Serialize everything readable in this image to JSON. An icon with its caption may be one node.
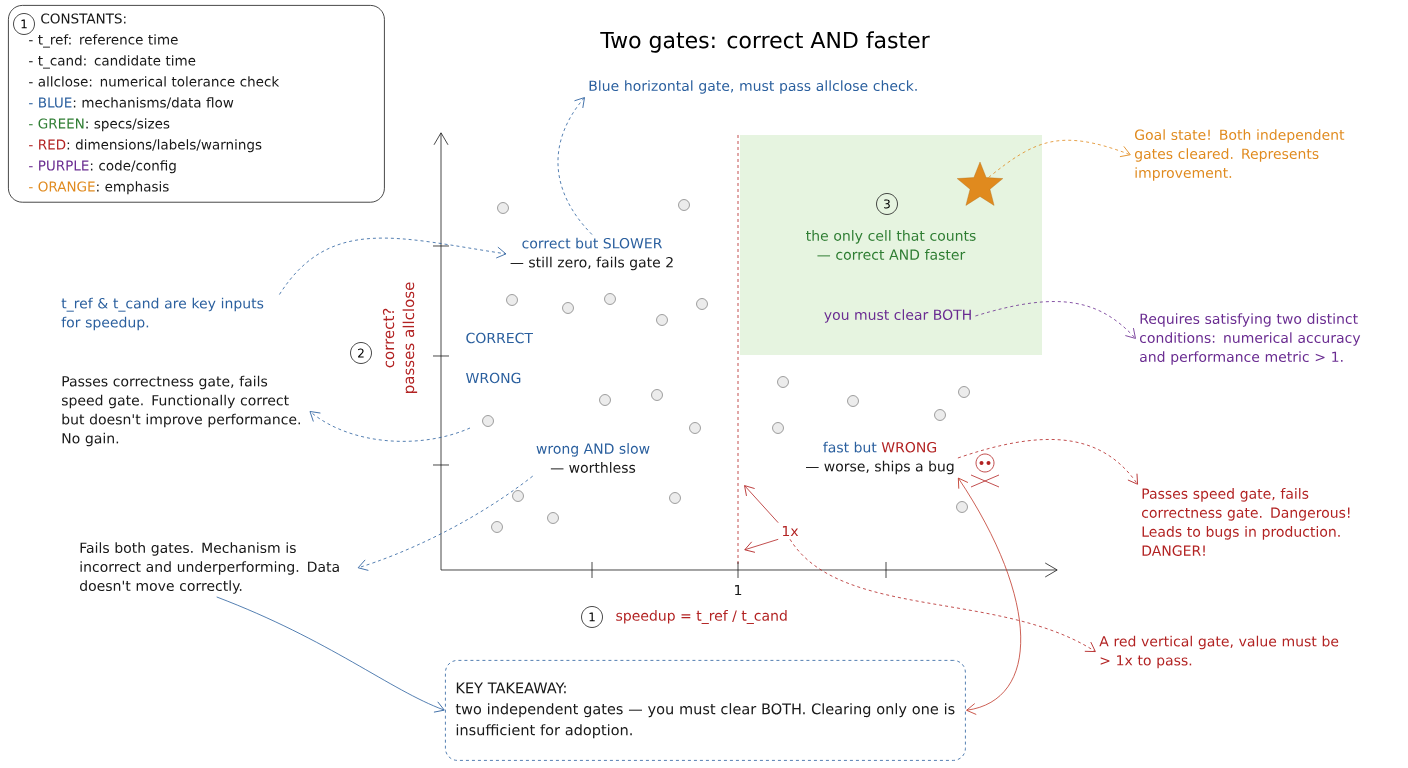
{
  "diagram": {
    "title": "Two gates: correct AND faster",
    "nodes": [
      {
        "text": [
          "CONSTANTS:",
          "- t_ref: reference time",
          "- t_cand: candidate time",
          "- allclose: numerical tolerance check",
          "- BLUE",
          ": mechanisms/data flow",
          "- GREEN",
          ": specs/sizes",
          "- RED",
          ": dimensions/labels/warnings",
          "- PURPLE",
          ": code/config",
          "- ORANGE",
          ": emphasis"
        ]
      },
      {
        "text": [
          "Blue horizontal gate, must pass allclose check."
        ]
      },
      {
        "text": [
          "t_ref & t_cand are key inputs for speedup."
        ]
      },
      {
        "text": [
          "correct but SLOWER",
          "— still zero, fails gate 2"
        ]
      },
      {
        "text": [
          "the only cell that counts — correct AND faster"
        ]
      },
      {
        "text": [
          "you must clear BOTH"
        ],
        "in": 4
      },
      {
        "text": [],
        "shape": "star",
        "in": 4
      },
      {
        "text": [
          "Goal state! Both independent gates cleared. Represents improvement."
        ]
      },
      {
        "text": [
          "Requires satisfying two distinct conditions: numerical accuracy and performance metric > 1."
        ]
      },
      {
        "text": [
          "wrong AND slow",
          "— worthless"
        ]
      },
      {
        "text": [
          "Passes correctness gate, fails speed gate. Functionally correct but doesn't improve performance. No gain."
        ]
      },
      {
        "text": [
          "Fails both gates. Mechanism is incorrect and underperforming. Data doesn't move correctly."
        ]
      },
      {
        "text": [
          "fast but",
          "WRONG",
          "— worse, ships a bug"
        ]
      },
      {
        "text": [
          "Passes speed gate, fails correctness gate. Dangerous! Leads to bugs in production. DANGER!"
        ]
      },
      {
        "text": [
          "1x"
        ]
      },
      {
        "text": [
          "A red vertical gate, value must be > 1x to pass."
        ]
      },
      {
        "text": [
          "KEY TAKEAWAY:",
          "two independent gates — you must clear BOTH. Clearing only one is insufficient for adoption."
        ]
      }
    ],
    "edges": [
      {
        "from": 3,
        "to": 1,
        "arrow": "to",
        "style": "dashed",
        "color": "#2a5f9e"
      },
      {
        "from": 2,
        "to": 3,
        "arrow": "to",
        "style": "dashed",
        "color": "#2a5f9e"
      },
      {
        "from": null,
        "to": 10,
        "arrow": "to",
        "style": "dashed",
        "color": "#2a5f9e"
      },
      {
        "from": 9,
        "to": 11,
        "arrow": "to",
        "style": "dashed",
        "color": "#2a5f9e"
      },
      {
        "from": 6,
        "to": 7,
        "arrow": "to",
        "style": "dashed",
        "color": "#e08a1e"
      },
      {
        "from": 5,
        "to": 8,
        "arrow": "to",
        "style": "dashed",
        "color": "#6a2c91"
      },
      {
        "from": 12,
        "to": 13,
        "arrow": "to",
        "style": "dashed",
        "color": "#b22222"
      },
      {
        "from": 14,
        "to": null,
        "arrow": "to",
        "color": "#b22222"
      },
      {
        "from": 14,
        "to": null,
        "arrow": "to",
        "color": "#b22222"
      },
      {
        "from": 14,
        "to": 15,
        "arrow": "to",
        "style": "dashed",
        "color": "#b22222"
      },
      {
        "from": 11,
        "to": 16,
        "arrow": "to",
        "color": "#2a5f9e"
      },
      {
        "from": 12,
        "to": 16,
        "arrow": "both",
        "color": "#c0392b"
      }
    ],
    "labels": [
      "1",
      "3",
      "CORRECT",
      "2",
      "correct? passes allclose",
      "WRONG",
      "1",
      "1",
      "speedup = t_ref / t_cand"
    ]
  }
}
